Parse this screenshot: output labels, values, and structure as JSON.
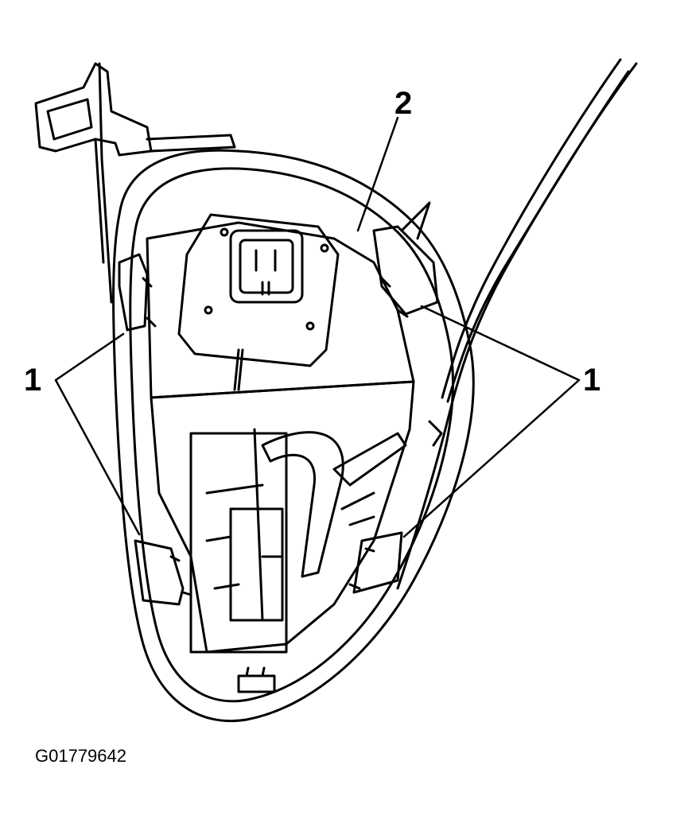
{
  "callouts": {
    "left": "1",
    "right": "1",
    "top": "2"
  },
  "figure_id": "G01779642",
  "colors": {
    "ink": "#000000",
    "paper": "#ffffff"
  }
}
